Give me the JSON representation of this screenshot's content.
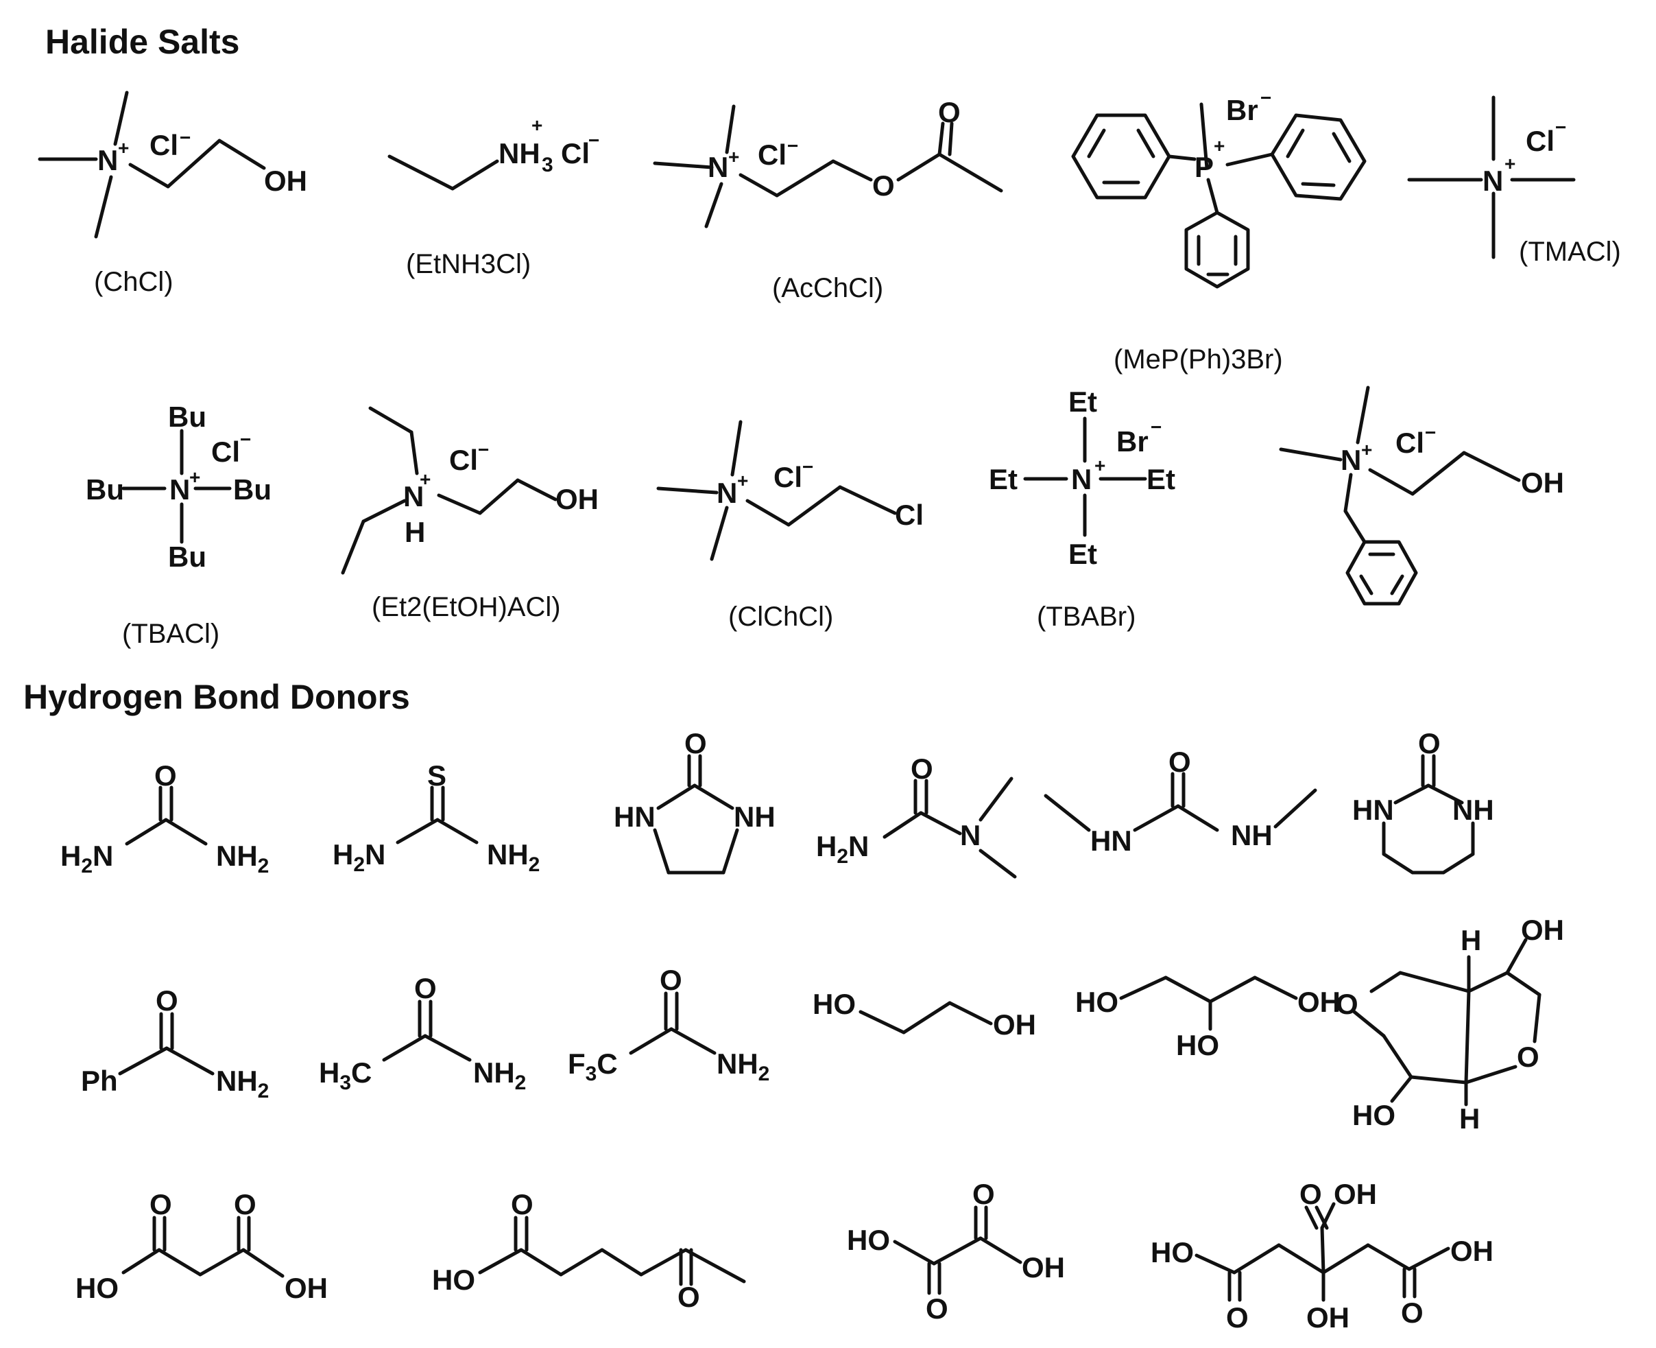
{
  "sections": {
    "halide_salts": "Halide Salts",
    "hbd": "Hydrogen Bond Donors"
  },
  "halide_labels": {
    "chcl": "(ChCl)",
    "etnh3cl": "(EtNH3Cl)",
    "acchcl": "(AcChCl)",
    "mepph3br": "(MeP(Ph)3Br)",
    "tmacl": "(TMACl)",
    "tbacl": "(TBACl)",
    "et2etohacl": "(Et2(EtOH)ACl)",
    "clchcl": "(ClChCl)",
    "tbabr": "(TBABr)"
  }
}
